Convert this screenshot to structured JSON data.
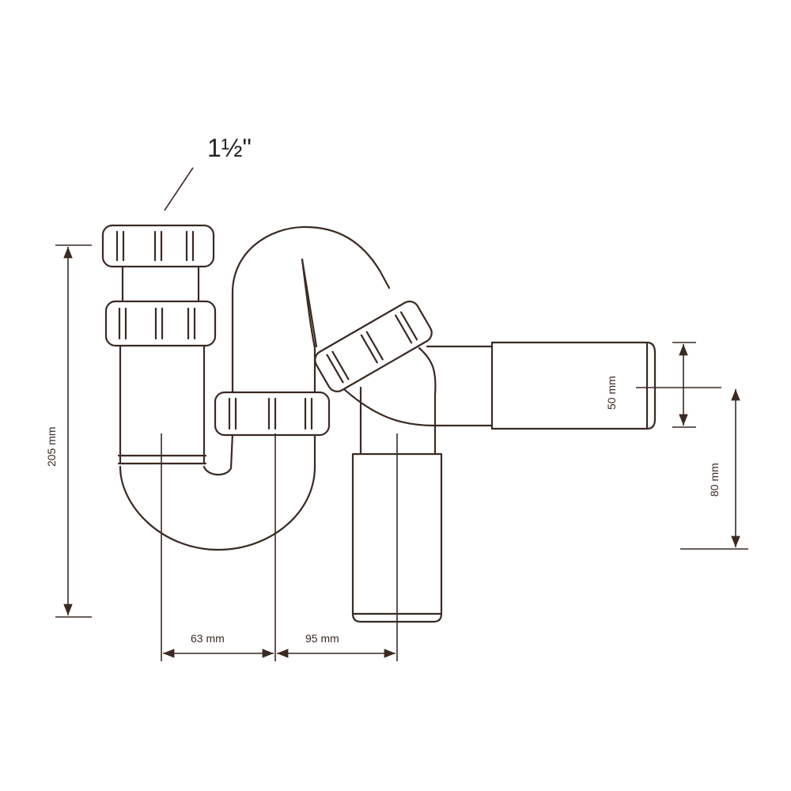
{
  "diagram": {
    "size_label": "1½\"",
    "dimensions": {
      "height": "205 mm",
      "offset_left": "63 mm",
      "offset_right": "95 mm",
      "outlet_diameter": "50 mm",
      "outlet_height": "80 mm"
    },
    "colors": {
      "line": "#3a2a24",
      "background": "#ffffff"
    }
  }
}
